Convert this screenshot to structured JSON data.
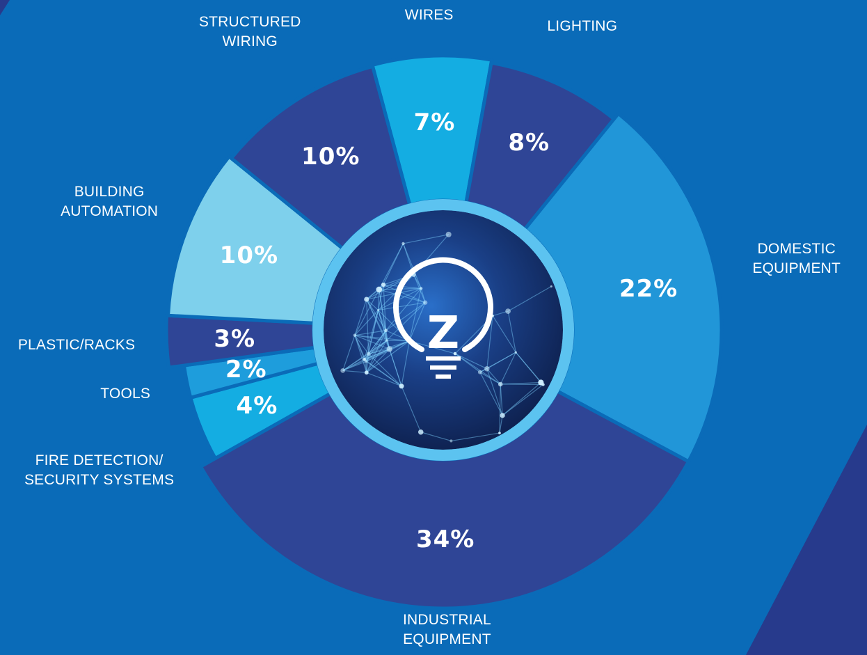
{
  "chart_data": {
    "type": "pie",
    "style": "donut",
    "start_category": "WIRES",
    "direction": "clockwise",
    "categories": [
      "WIRES",
      "LIGHTING",
      "DOMESTIC EQUIPMENT",
      "INDUSTRIAL EQUIPMENT",
      "FIRE DETECTION/ SECURITY SYSTEMS",
      "TOOLS",
      "PLASTIC/RACKS",
      "BUILDING AUTOMATION",
      "STRUCTURED WIRING"
    ],
    "label_lines": [
      [
        "WIRES"
      ],
      [
        "LIGHTING"
      ],
      [
        "DOMESTIC",
        "EQUIPMENT"
      ],
      [
        "INDUSTRIAL",
        "EQUIPMENT"
      ],
      [
        "FIRE DETECTION/",
        "SECURITY SYSTEMS"
      ],
      [
        "TOOLS"
      ],
      [
        "PLASTIC/RACKS"
      ],
      [
        "BUILDING",
        "AUTOMATION"
      ],
      [
        "STRUCTURED",
        "WIRING"
      ]
    ],
    "values": [
      7,
      8,
      22,
      34,
      4,
      2,
      3,
      10,
      10
    ],
    "value_labels": [
      "7%",
      "8%",
      "22%",
      "34%",
      "4%",
      "2%",
      "3%",
      "10%",
      "10%"
    ],
    "colors": [
      "#14ade2",
      "#2f4596",
      "#2196d8",
      "#2f4596",
      "#14ade2",
      "#1e9ddc",
      "#2f4596",
      "#7ed0ec",
      "#2f4596"
    ],
    "legend": "none"
  },
  "center_logo": {
    "letter": "Z",
    "icon": "lightbulb-icon",
    "ring_color": "#5cc3f0"
  },
  "theme": {
    "background": "#0a6bb8",
    "accent_stripe": "#273a8c",
    "text": "#ffffff"
  }
}
